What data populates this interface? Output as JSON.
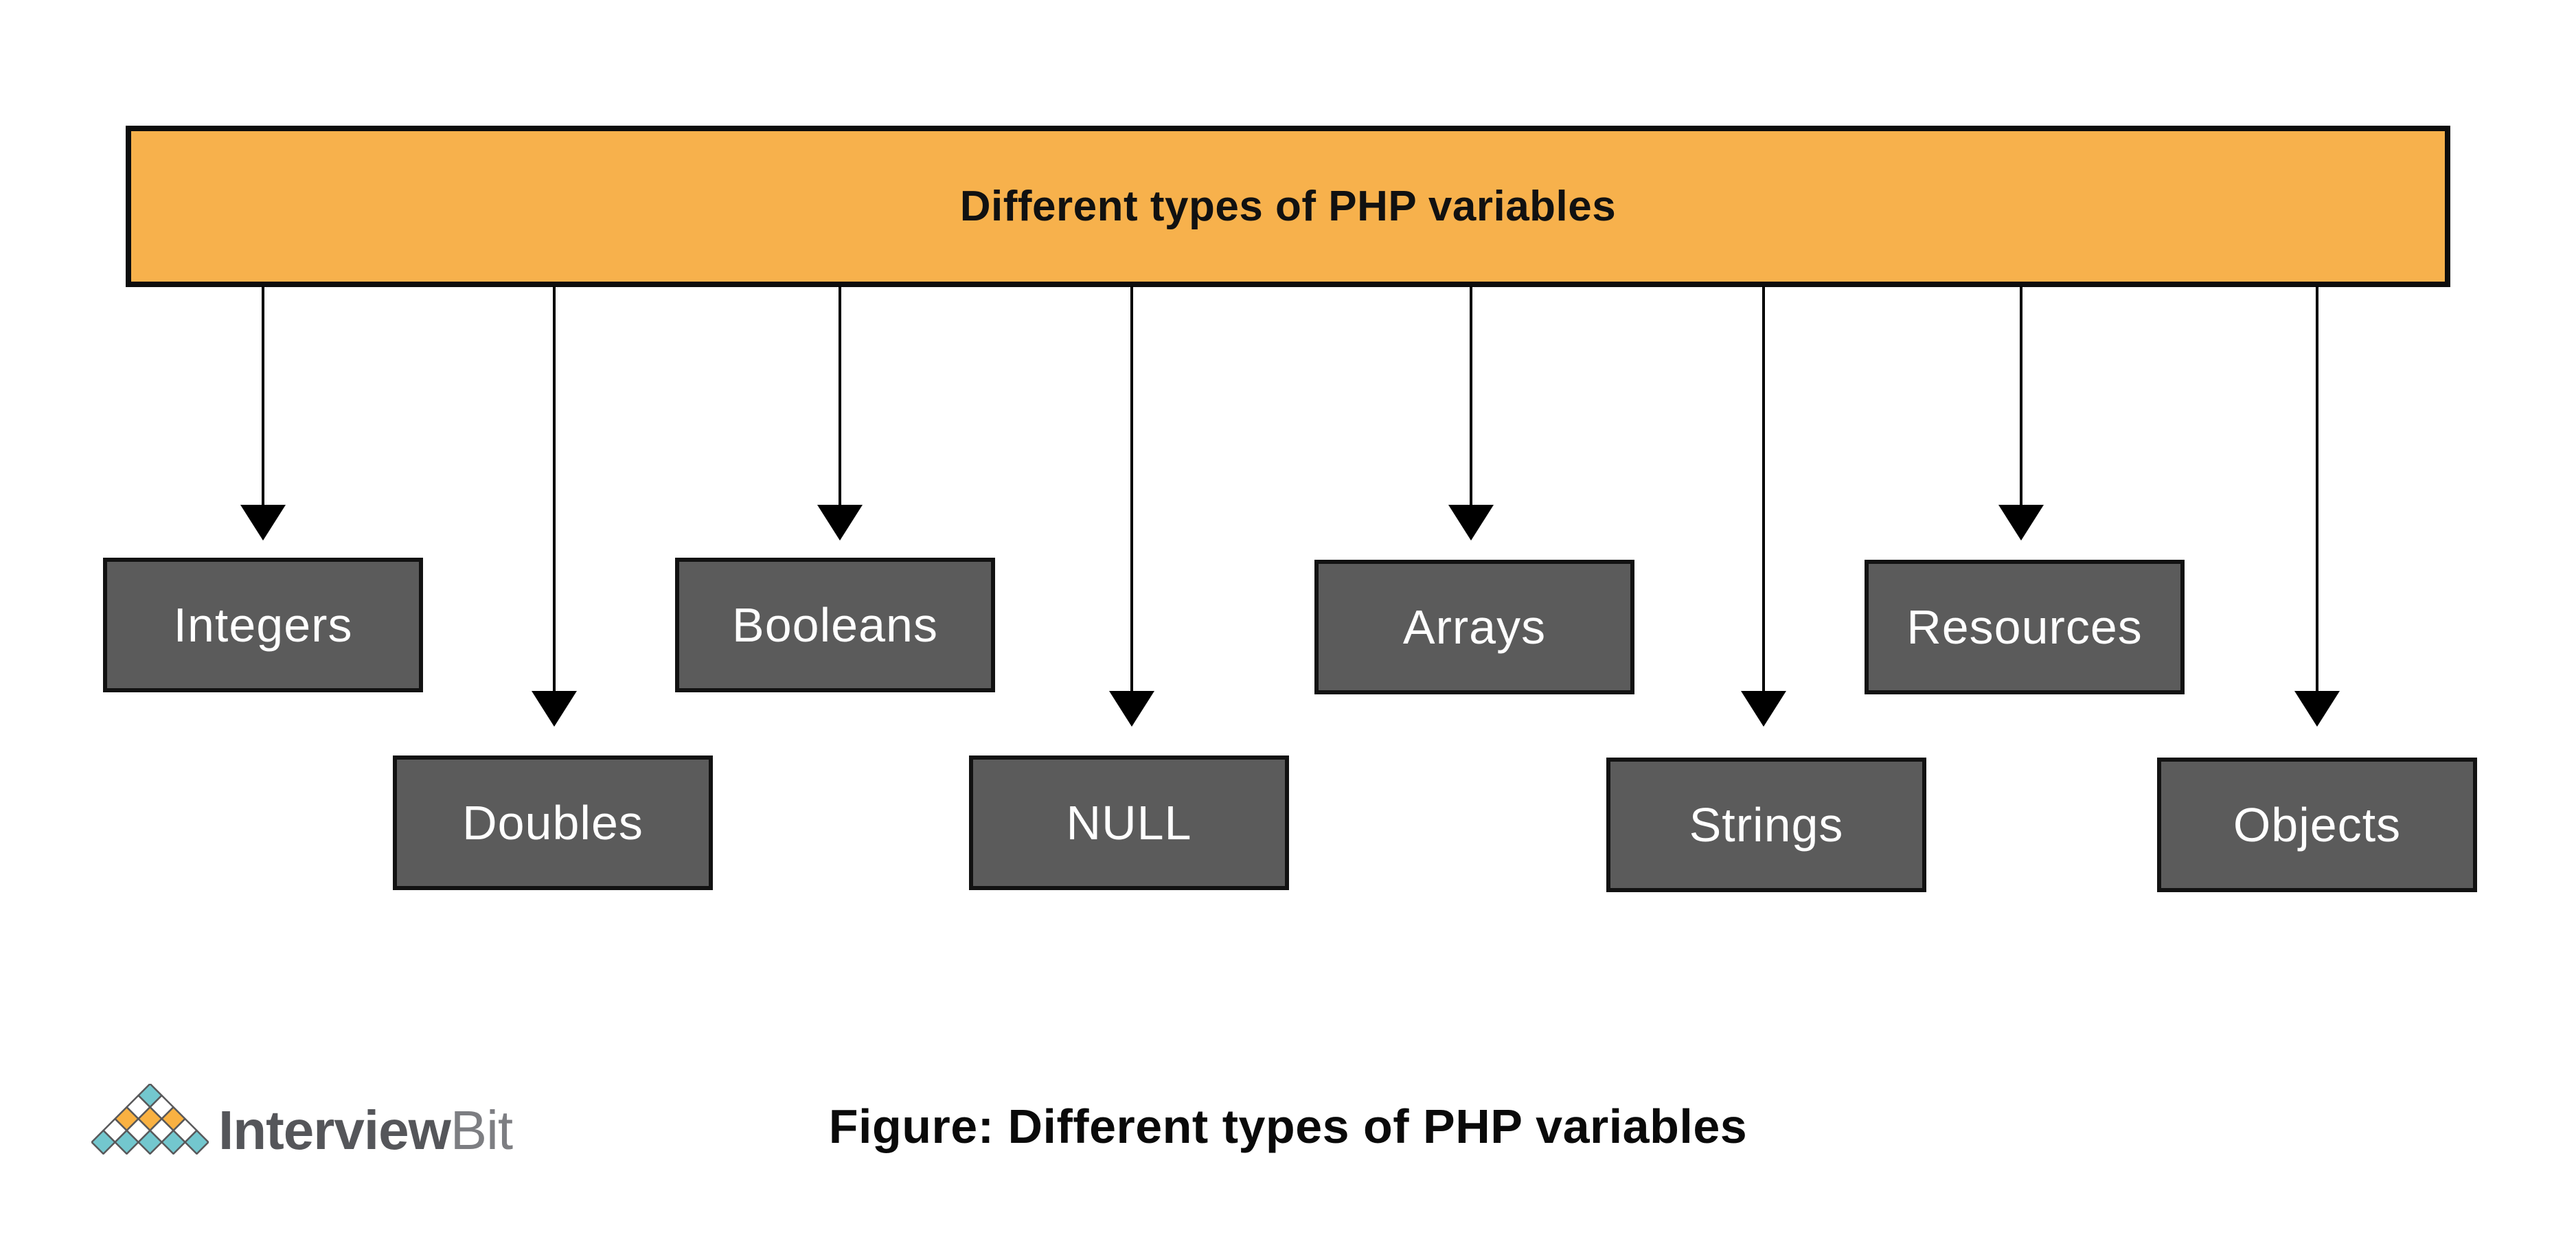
{
  "header": {
    "title": "Different types of PHP variables"
  },
  "boxes": [
    {
      "label": "Integers",
      "row": "upper"
    },
    {
      "label": "Doubles",
      "row": "lower"
    },
    {
      "label": "Booleans",
      "row": "upper"
    },
    {
      "label": "NULL",
      "row": "lower"
    },
    {
      "label": "Arrays",
      "row": "upper"
    },
    {
      "label": "Strings",
      "row": "lower"
    },
    {
      "label": "Resources",
      "row": "upper"
    },
    {
      "label": "Objects",
      "row": "lower"
    }
  ],
  "caption": {
    "text": "Figure: Different types of PHP variables"
  },
  "logo": {
    "brand_bold": "Interview",
    "brand_light": "Bit",
    "icon": "diamond-pyramid-icon"
  },
  "colors": {
    "header_bg": "#F7B14C",
    "header_border": "#0D0D0D",
    "header_text": "#111111",
    "box_bg": "#5B5B5B",
    "box_border": "#121212",
    "box_text": "#FFFFFF",
    "arrow": "#000000",
    "logo_teal": "#73C7CE",
    "logo_orange": "#F9B142",
    "logo_outline": "#58585A",
    "brand_dark_gray": "#55565A",
    "brand_light_gray": "#7D7E82",
    "background": "#FFFFFF"
  }
}
